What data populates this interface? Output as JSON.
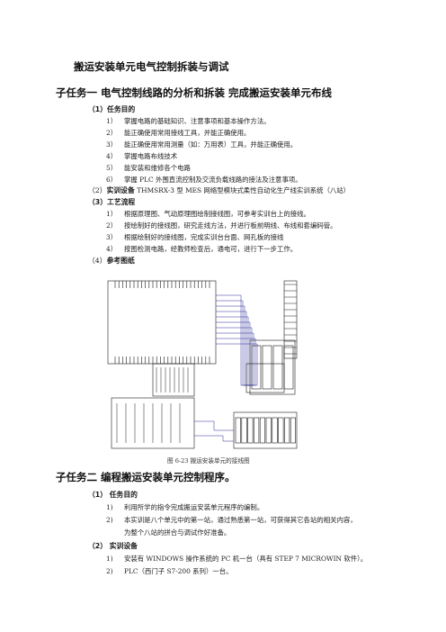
{
  "doc": {
    "title": "搬运安装单元电气控制拆装与调试",
    "task1": {
      "heading": "子任务一    电气控制线路的分析和拆装      完成搬运安装单元布线",
      "goal_label": "（1）任务目的",
      "goals": [
        {
          "n": "1）",
          "t": "掌握电路的基础知识、注意事项和基本操作方法。"
        },
        {
          "n": "2）",
          "t": "能正确使用常用接线工具，并能正确使用。"
        },
        {
          "n": "3）",
          "t": "能正确使用常用测量（如：万用表）工具，并能正确使用。"
        },
        {
          "n": "4）",
          "t": "掌握电路布线技术"
        },
        {
          "n": "5）",
          "t": "能安装和维修各个电路"
        },
        {
          "n": "6）",
          "t": "掌握 PLC 外围直流控制及交流负载线路的接法及注意事项。"
        }
      ],
      "equip_prefix": "（2）",
      "equip_label": "实训设备",
      "equip_text": "THMSRX-3 型 MES 网络型模块式柔性自动化生产线实训系统（八站）",
      "process_label": "（3）工艺流程",
      "process": [
        {
          "n": "1）",
          "t": "根据原理图、气动原理图绘制接线图，可参考实训台上的接线。"
        },
        {
          "n": "2）",
          "t": "按绘制好的接线图，研究走线方法，并进行板前明线、布线和套编码管。"
        },
        {
          "n": "3）",
          "t": "根据绘制好的接线图，完成实训台台面、网孔板的接线"
        },
        {
          "n": "4）",
          "t": "按图检测电路，经教师检查后，通电可，进行下一步工作。"
        }
      ],
      "ref_prefix": "（4）",
      "ref_label": "参考图纸",
      "figure_caption": "图 6-23    搬运安装单元的接线图"
    },
    "task2": {
      "heading": "子任务二    编程搬运安装单元控制程序。",
      "goal_label": "（1）  任务目的",
      "goals": [
        {
          "n": "1)",
          "t": "利用所学的指令完成搬运安装单元程序的编制。"
        },
        {
          "n": "2)",
          "t": "本实训是八个单元中的第一站，通过熟悉第一站，可获得其它各站的相关内容，"
        },
        {
          "n": "",
          "t": "为整个八站的拼合与调试作好准备。"
        }
      ],
      "equip_label": "（2）  实训设备",
      "equip": [
        {
          "n": "1)",
          "t": "安装有 WINDOWS 操作系统的 PC 机一台（具有 STEP 7 MICROWIN 软件）。"
        },
        {
          "n": "2)",
          "t": "PLC（西门子 S7-200 系列）一台。"
        }
      ]
    }
  },
  "colors": {
    "wire": "#2a2a9a",
    "ink": "#1a1a1a",
    "red": "#b02020"
  }
}
